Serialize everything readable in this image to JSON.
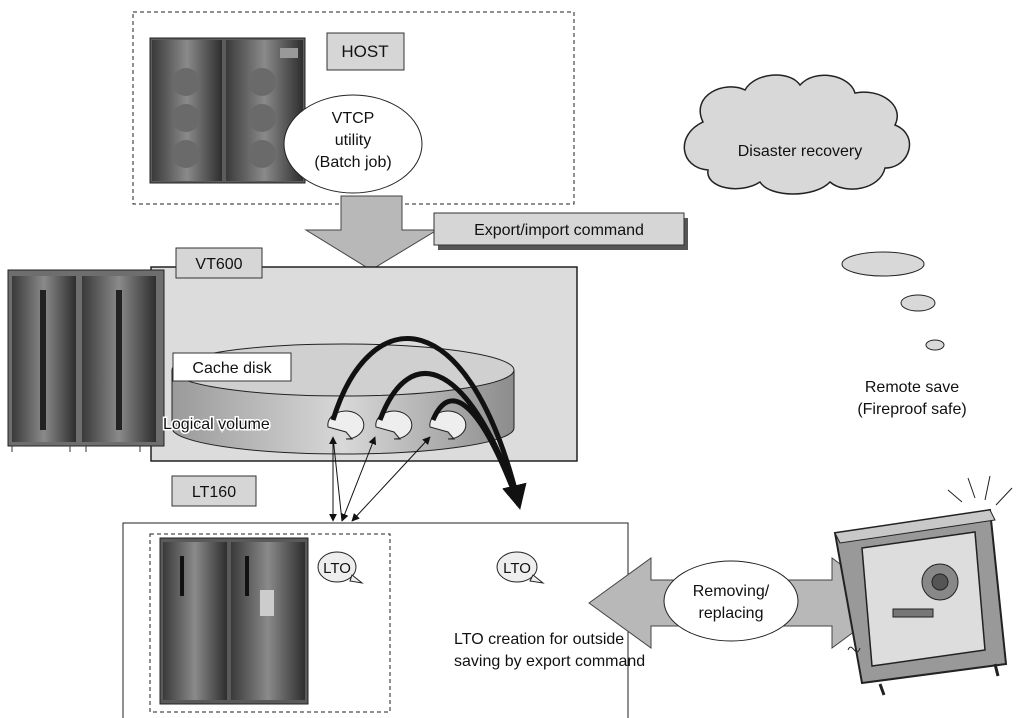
{
  "host": {
    "tag": "HOST",
    "utility_lines": [
      "VTCP",
      "utility",
      "(Batch job)"
    ]
  },
  "command_label": "Export/import command",
  "vt600": {
    "tag": "VT600",
    "cache_disk": "Cache disk",
    "logical_volume": "Logical volume"
  },
  "lt160": {
    "tag": "LT160",
    "lto_inner": "LTO",
    "lto_outer": "LTO",
    "creation_note_lines": [
      "LTO creation for outside",
      "saving by export command"
    ]
  },
  "transfer": {
    "lines": [
      "Removing/",
      "replacing"
    ]
  },
  "cloud": {
    "label": "Disaster recovery"
  },
  "remote_save": {
    "lines": [
      "Remote save",
      "(Fireproof safe)"
    ]
  },
  "colors": {
    "label_box": "#d6d6d6",
    "panel": "#dcdcdc",
    "arrow_fill": "#b8b8b8",
    "line": "#111111"
  },
  "icons": [
    "mainframe-host-icon",
    "vt600-rack-icon",
    "lt160-library-icon",
    "fireproof-safe-icon",
    "tape-volume-icon"
  ]
}
